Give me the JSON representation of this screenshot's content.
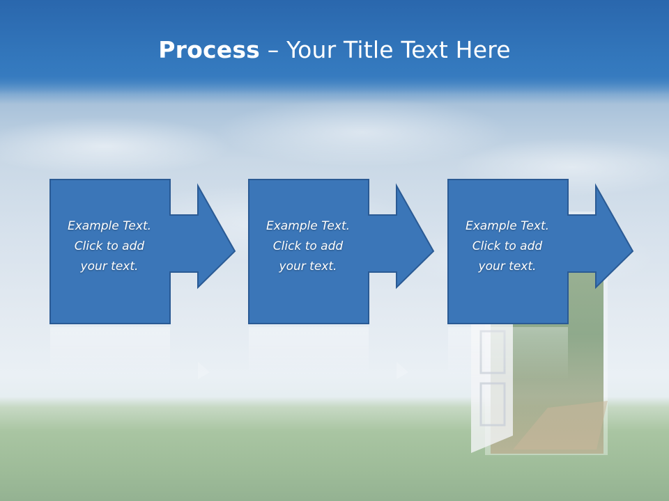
{
  "slide": {
    "title_bold": "Process",
    "title_rest": " – Your Title Text Here"
  },
  "steps": [
    {
      "line1": "Example Text.",
      "line2": "Click  to add",
      "line3": "your text."
    },
    {
      "line1": "Example Text.",
      "line2": "Click  to add",
      "line3": "your text."
    },
    {
      "line1": "Example Text.",
      "line2": "Click  to add",
      "line3": "your text."
    }
  ],
  "colors": {
    "box_fill": "#3b76b8",
    "box_stroke": "#2a5a94",
    "title_band": "#2f6fb3"
  }
}
